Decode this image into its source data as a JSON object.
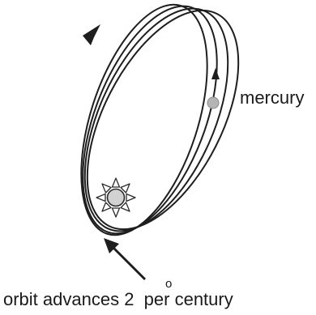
{
  "labels": {
    "planet": "mercury",
    "caption_main": "orbit advances 2",
    "caption_degree": "o",
    "caption_rest": " per century"
  },
  "colors": {
    "stroke": "#1e1e1e",
    "planet_fill": "#b4b4b4",
    "sun_fill": "#d2d2d2",
    "background": "#ffffff"
  },
  "icons": {
    "sun": "sun-icon",
    "planet": "planet-dot-icon"
  },
  "orbit_count": 4
}
